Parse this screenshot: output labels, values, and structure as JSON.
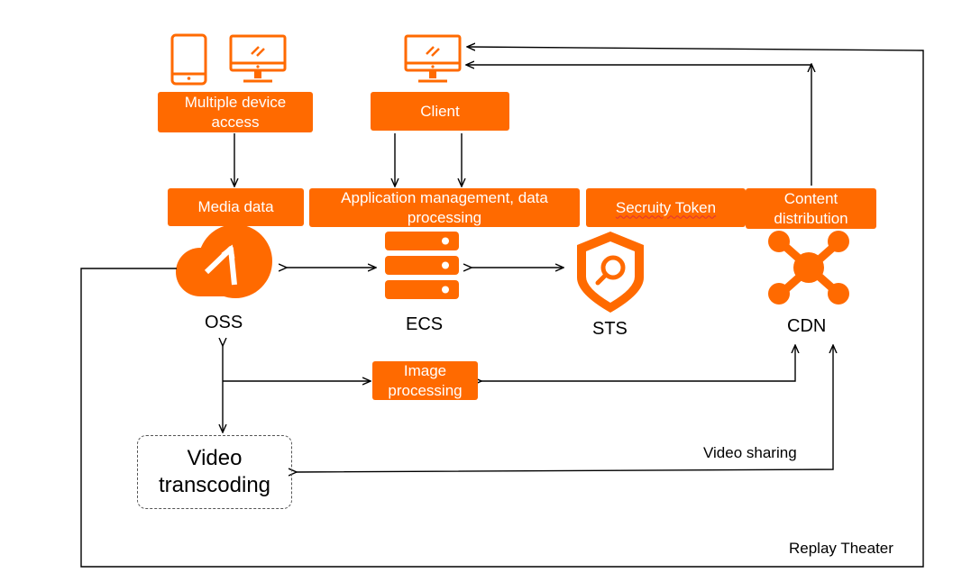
{
  "boxes": {
    "multi_device": "Multiple device access",
    "client": "Client",
    "media_data": "Media data",
    "app_mgmt": "Application management, data processing",
    "security_token": "Secruity Token",
    "content_distribution": "Content distribution",
    "image_processing": "Image processing",
    "video_transcoding": "Video transcoding"
  },
  "labels": {
    "oss": "OSS",
    "ecs": "ECS",
    "sts": "STS",
    "cdn": "CDN",
    "video_sharing": "Video sharing",
    "replay_theater": "Replay Theater"
  },
  "icons": {
    "tablet": "tablet-icon",
    "monitor": "monitor-icon",
    "oss": "cloud-upload-icon",
    "ecs": "server-stack-icon",
    "sts": "shield-search-icon",
    "cdn": "network-hub-icon"
  },
  "colors": {
    "accent": "#FF6A00",
    "line": "#000000",
    "text": "#000000"
  }
}
